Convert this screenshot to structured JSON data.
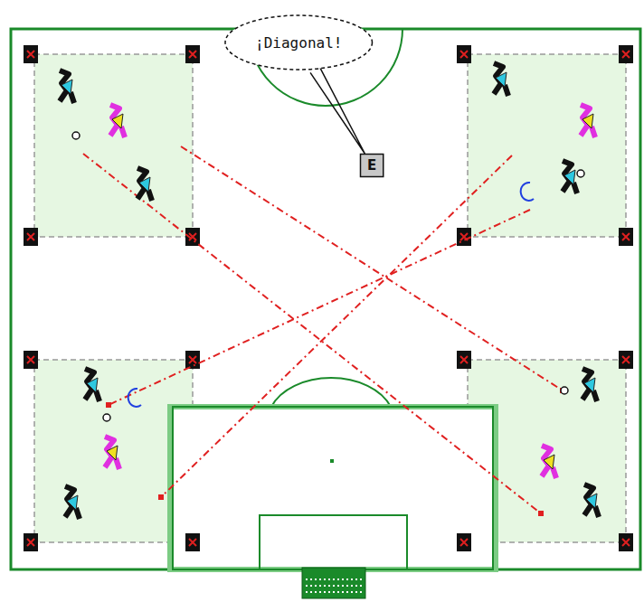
{
  "diagram": {
    "nodes": [
      {
        "text": [
          "¡Diagonal!"
        ]
      },
      {
        "text": [
          "E"
        ]
      }
    ],
    "edges": [
      {
        "from": 0,
        "to": 1,
        "arrow": "none"
      }
    ]
  }
}
